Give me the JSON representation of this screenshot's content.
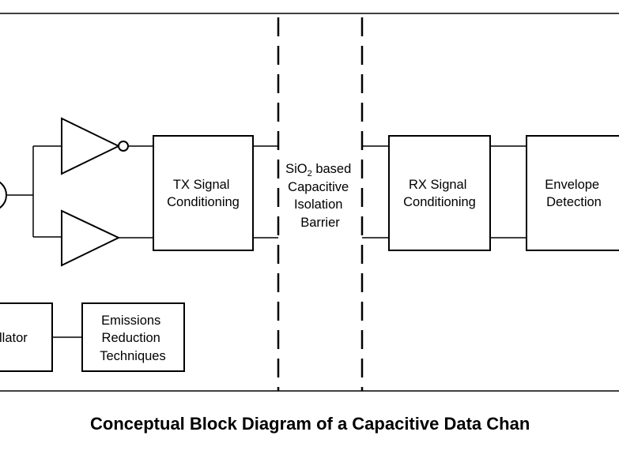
{
  "diagram": {
    "tx_block": [
      "TX Signal",
      "Conditioning"
    ],
    "barrier": {
      "line1_prefix": "SiO",
      "line1_sub": "2",
      "line1_suffix": " based",
      "line2": "Capacitive",
      "line3": "Isolation",
      "line4": "Barrier"
    },
    "rx_block": [
      "RX Signal",
      "Conditioning"
    ],
    "envelope_block": [
      "Envelope",
      "Detection"
    ],
    "oscillator_block": [
      "llator"
    ],
    "emissions_block": [
      "Emissions",
      "Reduction",
      "Techniques"
    ],
    "caption": "Conceptual Block Diagram of a Capacitive Data Chan"
  }
}
